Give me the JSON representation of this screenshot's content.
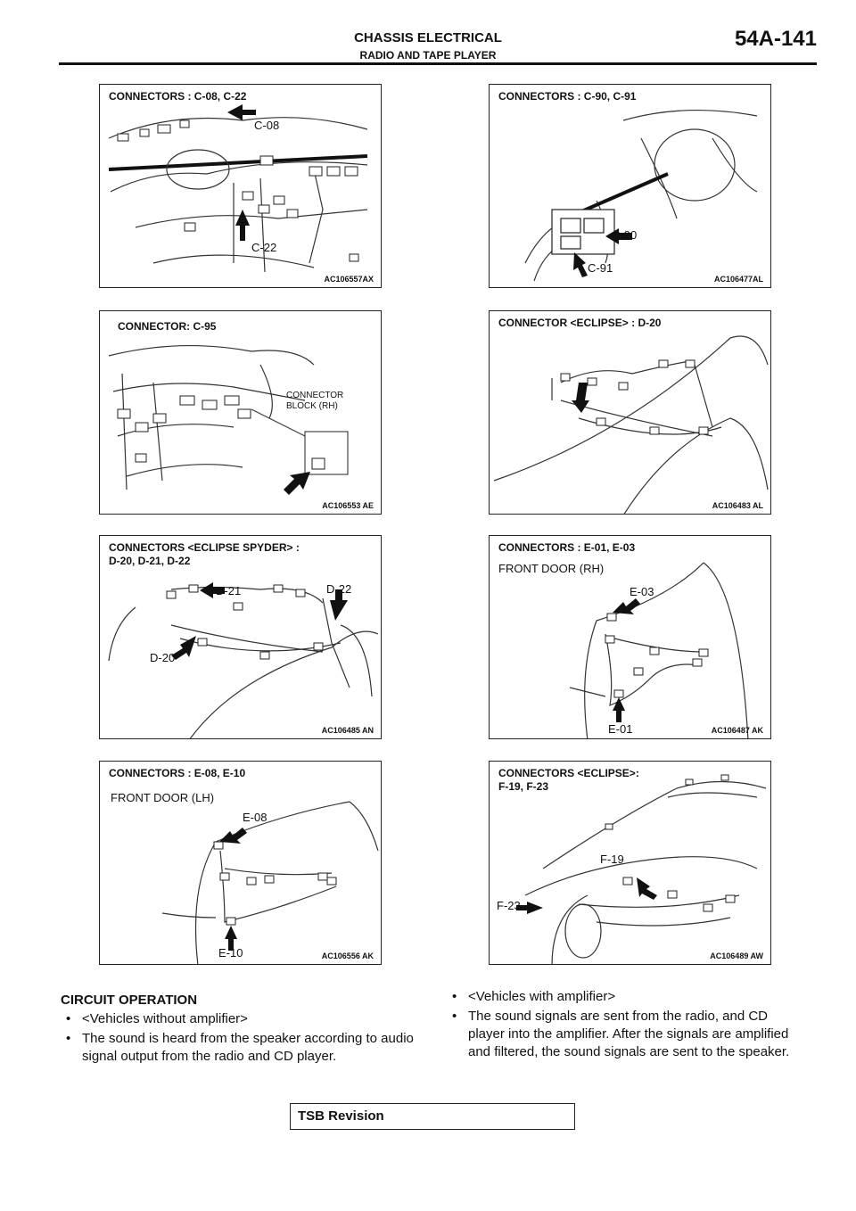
{
  "header": {
    "title": "CHASSIS ELECTRICAL",
    "subtitle": "RADIO AND TAPE PLAYER",
    "page_number": "54A-141"
  },
  "panels": [
    {
      "title": "CONNECTORS : C-08, C-22",
      "code": "AC106557AX",
      "labels": [
        "C-08",
        "C-22"
      ]
    },
    {
      "title": "CONNECTORS : C-90, C-91",
      "code": "AC106477AL",
      "labels": [
        "C-90",
        "C-91"
      ]
    },
    {
      "title": "CONNECTOR: C-95",
      "code": "AC106553 AE",
      "labels": [
        "CONNECTOR\nBLOCK (RH)"
      ]
    },
    {
      "title": "CONNECTOR <ECLIPSE> : D-20",
      "code": "AC106483 AL",
      "labels": []
    },
    {
      "title": "CONNECTORS <ECLIPSE SPYDER> :\nD-20, D-21, D-22",
      "code": "AC106485 AN",
      "labels": [
        "D-21",
        "D-22",
        "D-20"
      ]
    },
    {
      "title": "CONNECTORS : E-01, E-03",
      "code": "AC106487 AK",
      "labels": [
        "FRONT DOOR (RH)",
        "E-03",
        "E-01"
      ]
    },
    {
      "title": "CONNECTORS : E-08, E-10",
      "code": "AC106556 AK",
      "labels": [
        "FRONT DOOR (LH)",
        "E-08",
        "E-10"
      ]
    },
    {
      "title": "CONNECTORS <ECLIPSE>:\nF-19, F-23",
      "code": "AC106489 AW",
      "labels": [
        "F-19",
        "F-23"
      ]
    }
  ],
  "circuit": {
    "heading": "CIRCUIT OPERATION",
    "bullet_glyph": "•",
    "left": [
      "<Vehicles without amplifier>",
      "The sound is heard from the speaker according to audio signal output from the radio and CD player."
    ],
    "right": [
      "<Vehicles with amplifier>",
      "The sound signals are sent from the radio, and CD player into the amplifier. After the signals are amplified and filtered, the sound signals are sent to the speaker."
    ]
  },
  "footer": {
    "label": "TSB Revision"
  }
}
